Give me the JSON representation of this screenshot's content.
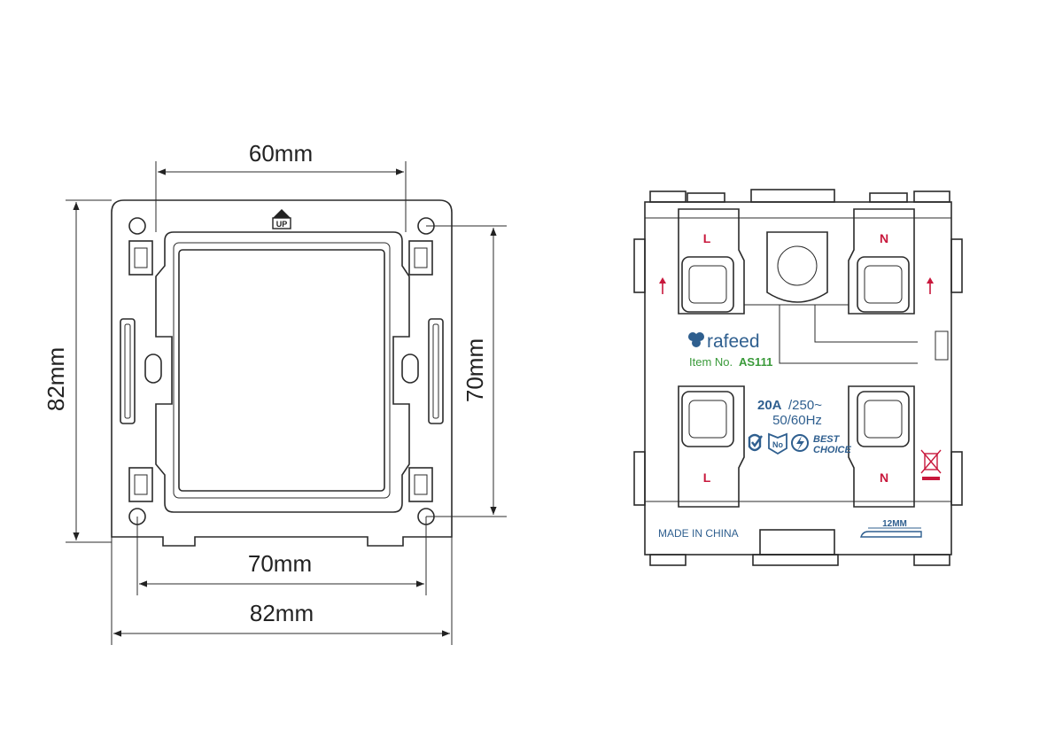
{
  "front_view": {
    "dim_top": "60mm",
    "dim_left": "82mm",
    "dim_right": "70mm",
    "dim_bottom_inner": "70mm",
    "dim_bottom_outer": "82mm",
    "up_mark": "UP"
  },
  "back_view": {
    "terminal_labels": [
      "L",
      "N",
      "L",
      "N"
    ],
    "brand": "rafeed",
    "item_label": "Item No.",
    "item_code": "AS111",
    "rating": "20A",
    "voltage": "/250~",
    "frequency": "50/60Hz",
    "cert_badge": "No",
    "best_choice_1": "BEST",
    "best_choice_2": "CHOICE",
    "made_in": "MADE IN CHINA",
    "strip_length": "12MM"
  },
  "colors": {
    "line": "#2b2b2b",
    "red": "#c8183c",
    "blue": "#2f5f8f",
    "green": "#3a9a3a"
  }
}
